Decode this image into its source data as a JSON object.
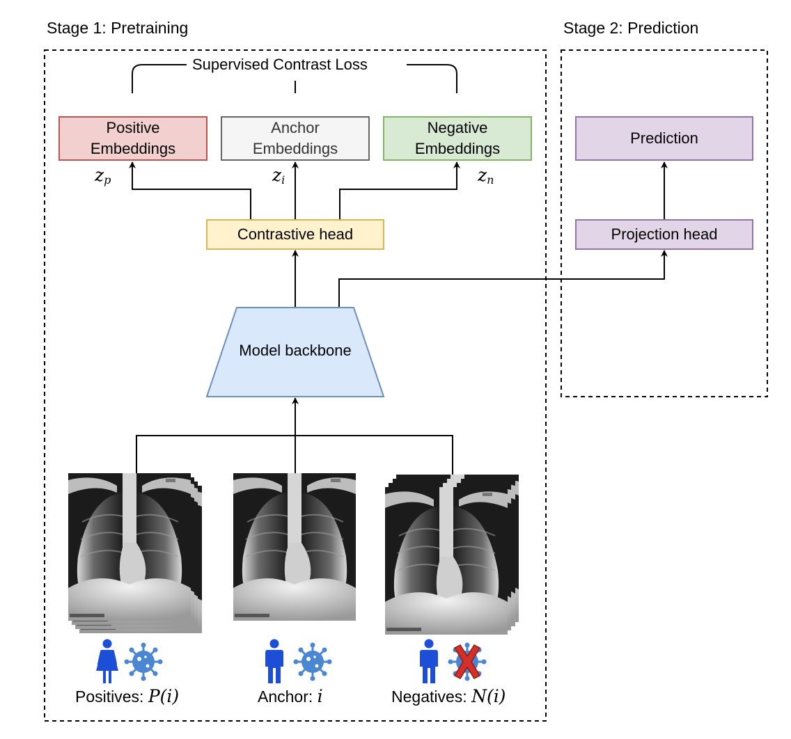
{
  "stages": {
    "stage1_title": "Stage 1: Pretraining",
    "stage2_title": "Stage 2: Prediction"
  },
  "loss": {
    "label": "Supervised Contrast Loss"
  },
  "embeddings": {
    "positive": {
      "line1": "Positive",
      "line2": "Embeddings",
      "symbol": "z",
      "sub": "p"
    },
    "anchor": {
      "line1": "Anchor",
      "line2": "Embeddings",
      "symbol": "z",
      "sub": "i"
    },
    "negative": {
      "line1": "Negative",
      "line2": "Embeddings",
      "symbol": "z",
      "sub": "n"
    }
  },
  "heads": {
    "contrastive": "Contrastive head",
    "projection": "Projection head",
    "prediction": "Prediction"
  },
  "backbone": {
    "label": "Model backbone"
  },
  "samples": {
    "positives": {
      "text": "Positives: ",
      "math": "P(i)"
    },
    "anchor": {
      "text": "Anchor: ",
      "math": "i"
    },
    "negatives": {
      "text": "Negatives: ",
      "math": "N(i)"
    }
  },
  "icons": {
    "positives": [
      "female-person-icon",
      "virus-icon"
    ],
    "anchor": [
      "male-person-icon",
      "virus-icon"
    ],
    "negatives": [
      "male-person-icon",
      "virus-crossed-icon"
    ],
    "images": "chest-xray-image"
  },
  "colors": {
    "positive_fill": "#f1d0cf",
    "positive_border": "#b95450",
    "anchor_fill": "#f5f5f5",
    "anchor_border": "#666666",
    "negative_fill": "#d8e9d4",
    "negative_border": "#82b366",
    "head_fill": "#fff2cc",
    "head_border": "#d6b656",
    "stage2_fill": "#e1d5e7",
    "stage2_border": "#9673a6",
    "backbone_fill": "#dae8fc",
    "backbone_border": "#6c8ebf",
    "person_icon": "#1d4ed8",
    "virus_icon": "#4a86d1",
    "cross": "#d3302a"
  }
}
